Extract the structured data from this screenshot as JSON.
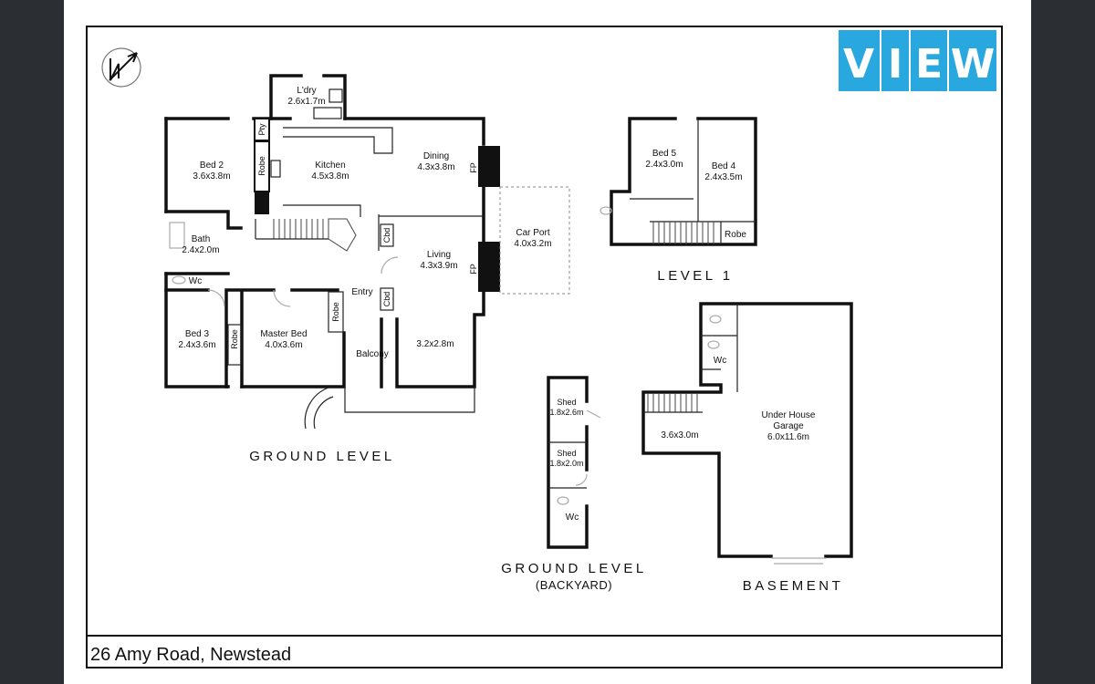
{
  "address": "26 Amy Road, Newstead",
  "brand": {
    "letters": [
      "V",
      "I",
      "E",
      "W"
    ],
    "color": "#29a8df"
  },
  "compass": {
    "letter": "N"
  },
  "sections": {
    "ground": "GROUND LEVEL",
    "level1": "LEVEL 1",
    "backyard": "GROUND LEVEL",
    "backyard_sub": "(BACKYARD)",
    "basement": "BASEMENT"
  },
  "rooms": {
    "laundry": {
      "name": "L'dry",
      "size": "2.6x1.7m"
    },
    "bed2": {
      "name": "Bed 2",
      "size": "3.6x3.8m"
    },
    "kitchen": {
      "name": "Kitchen",
      "size": "4.5x3.8m"
    },
    "dining": {
      "name": "Dining",
      "size": "4.3x3.8m"
    },
    "bath": {
      "name": "Bath",
      "size": "2.4x2.0m"
    },
    "wc_ground": {
      "name": "Wc"
    },
    "carport": {
      "name": "Car Port",
      "size": "4.0x3.2m"
    },
    "living": {
      "name": "Living",
      "size": "4.3x3.9m"
    },
    "entry": {
      "name": "Entry"
    },
    "bed3": {
      "name": "Bed 3",
      "size": "2.4x3.6m"
    },
    "master": {
      "name": "Master Bed",
      "size": "4.0x3.6m"
    },
    "balcony": {
      "name": "Balcony"
    },
    "room32": {
      "size": "3.2x2.8m"
    },
    "bed5": {
      "name": "Bed 5",
      "size": "2.4x3.0m"
    },
    "bed4": {
      "name": "Bed 4",
      "size": "2.4x3.5m"
    },
    "robe_l1": {
      "name": "Robe"
    },
    "shed1": {
      "name": "Shed",
      "size": "1.8x2.6m"
    },
    "shed2": {
      "name": "Shed",
      "size": "1.8x2.0m"
    },
    "wc_backyard": {
      "name": "Wc"
    },
    "wc_basement": {
      "name": "Wc"
    },
    "garage": {
      "name": "Under House",
      "name2": "Garage",
      "size": "6.0x11.6m"
    },
    "room36": {
      "size": "3.6x3.0m"
    }
  },
  "small_labels": {
    "pty": "Pty",
    "robe_bed2": "Robe",
    "robe_bed3": "Robe",
    "robe_master": "Robe",
    "cbd1": "Cbd",
    "cbd2": "Cbd",
    "fp1": "FP",
    "fp2": "FP"
  }
}
